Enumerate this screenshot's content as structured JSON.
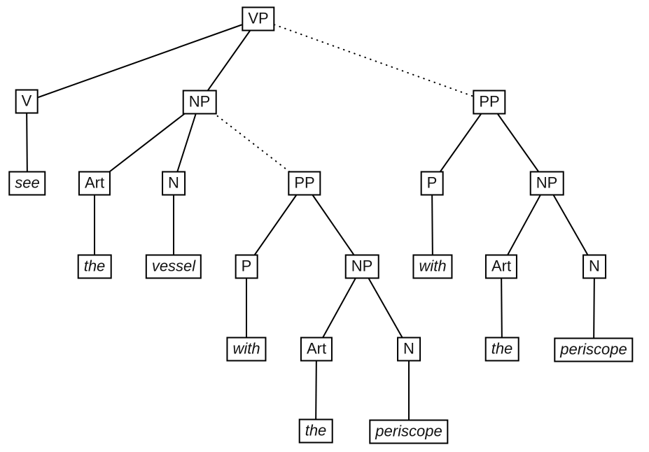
{
  "tree": {
    "nodes": {
      "vp": {
        "label": "VP",
        "type": "phrase"
      },
      "v": {
        "label": "V",
        "type": "pos"
      },
      "see": {
        "label": "see",
        "type": "word"
      },
      "np": {
        "label": "NP",
        "type": "phrase"
      },
      "np_art": {
        "label": "Art",
        "type": "pos"
      },
      "np_art_the": {
        "label": "the",
        "type": "word"
      },
      "np_n": {
        "label": "N",
        "type": "pos"
      },
      "np_n_vessel": {
        "label": "vessel",
        "type": "word"
      },
      "np_pp": {
        "label": "PP",
        "type": "phrase"
      },
      "np_pp_p": {
        "label": "P",
        "type": "pos"
      },
      "np_pp_p_with": {
        "label": "with",
        "type": "word"
      },
      "np_pp_np": {
        "label": "NP",
        "type": "phrase"
      },
      "np_pp_np_art": {
        "label": "Art",
        "type": "pos"
      },
      "np_pp_np_art_the": {
        "label": "the",
        "type": "word"
      },
      "np_pp_np_n": {
        "label": "N",
        "type": "pos"
      },
      "np_pp_np_n_periscope": {
        "label": "periscope",
        "type": "word"
      },
      "vp_pp": {
        "label": "PP",
        "type": "phrase"
      },
      "vp_pp_p": {
        "label": "P",
        "type": "pos"
      },
      "vp_pp_p_with": {
        "label": "with",
        "type": "word"
      },
      "vp_pp_np": {
        "label": "NP",
        "type": "phrase"
      },
      "vp_pp_np_art": {
        "label": "Art",
        "type": "pos"
      },
      "vp_pp_np_art_the": {
        "label": "the",
        "type": "word"
      },
      "vp_pp_np_n": {
        "label": "N",
        "type": "pos"
      },
      "vp_pp_np_n_periscope": {
        "label": "periscope",
        "type": "word"
      }
    },
    "edges": [
      {
        "from": "vp",
        "to": "v",
        "style": "solid"
      },
      {
        "from": "vp",
        "to": "np",
        "style": "solid"
      },
      {
        "from": "vp",
        "to": "vp_pp",
        "style": "dotted"
      },
      {
        "from": "v",
        "to": "see",
        "style": "solid"
      },
      {
        "from": "np",
        "to": "np_art",
        "style": "solid"
      },
      {
        "from": "np",
        "to": "np_n",
        "style": "solid"
      },
      {
        "from": "np",
        "to": "np_pp",
        "style": "dotted"
      },
      {
        "from": "np_art",
        "to": "np_art_the",
        "style": "solid"
      },
      {
        "from": "np_n",
        "to": "np_n_vessel",
        "style": "solid"
      },
      {
        "from": "np_pp",
        "to": "np_pp_p",
        "style": "solid"
      },
      {
        "from": "np_pp",
        "to": "np_pp_np",
        "style": "solid"
      },
      {
        "from": "np_pp_p",
        "to": "np_pp_p_with",
        "style": "solid"
      },
      {
        "from": "np_pp_np",
        "to": "np_pp_np_art",
        "style": "solid"
      },
      {
        "from": "np_pp_np",
        "to": "np_pp_np_n",
        "style": "solid"
      },
      {
        "from": "np_pp_np_art",
        "to": "np_pp_np_art_the",
        "style": "solid"
      },
      {
        "from": "np_pp_np_n",
        "to": "np_pp_np_n_periscope",
        "style": "solid"
      },
      {
        "from": "vp_pp",
        "to": "vp_pp_p",
        "style": "solid"
      },
      {
        "from": "vp_pp",
        "to": "vp_pp_np",
        "style": "solid"
      },
      {
        "from": "vp_pp_p",
        "to": "vp_pp_p_with",
        "style": "solid"
      },
      {
        "from": "vp_pp_np",
        "to": "vp_pp_np_art",
        "style": "solid"
      },
      {
        "from": "vp_pp_np",
        "to": "vp_pp_np_n",
        "style": "solid"
      },
      {
        "from": "vp_pp_np_art",
        "to": "vp_pp_np_art_the",
        "style": "solid"
      },
      {
        "from": "vp_pp_np_n",
        "to": "vp_pp_np_n_periscope",
        "style": "solid"
      }
    ],
    "colors": {
      "background": "#ffffff",
      "node_border": "#000000",
      "edge": "#000000",
      "text": "#111111"
    }
  }
}
